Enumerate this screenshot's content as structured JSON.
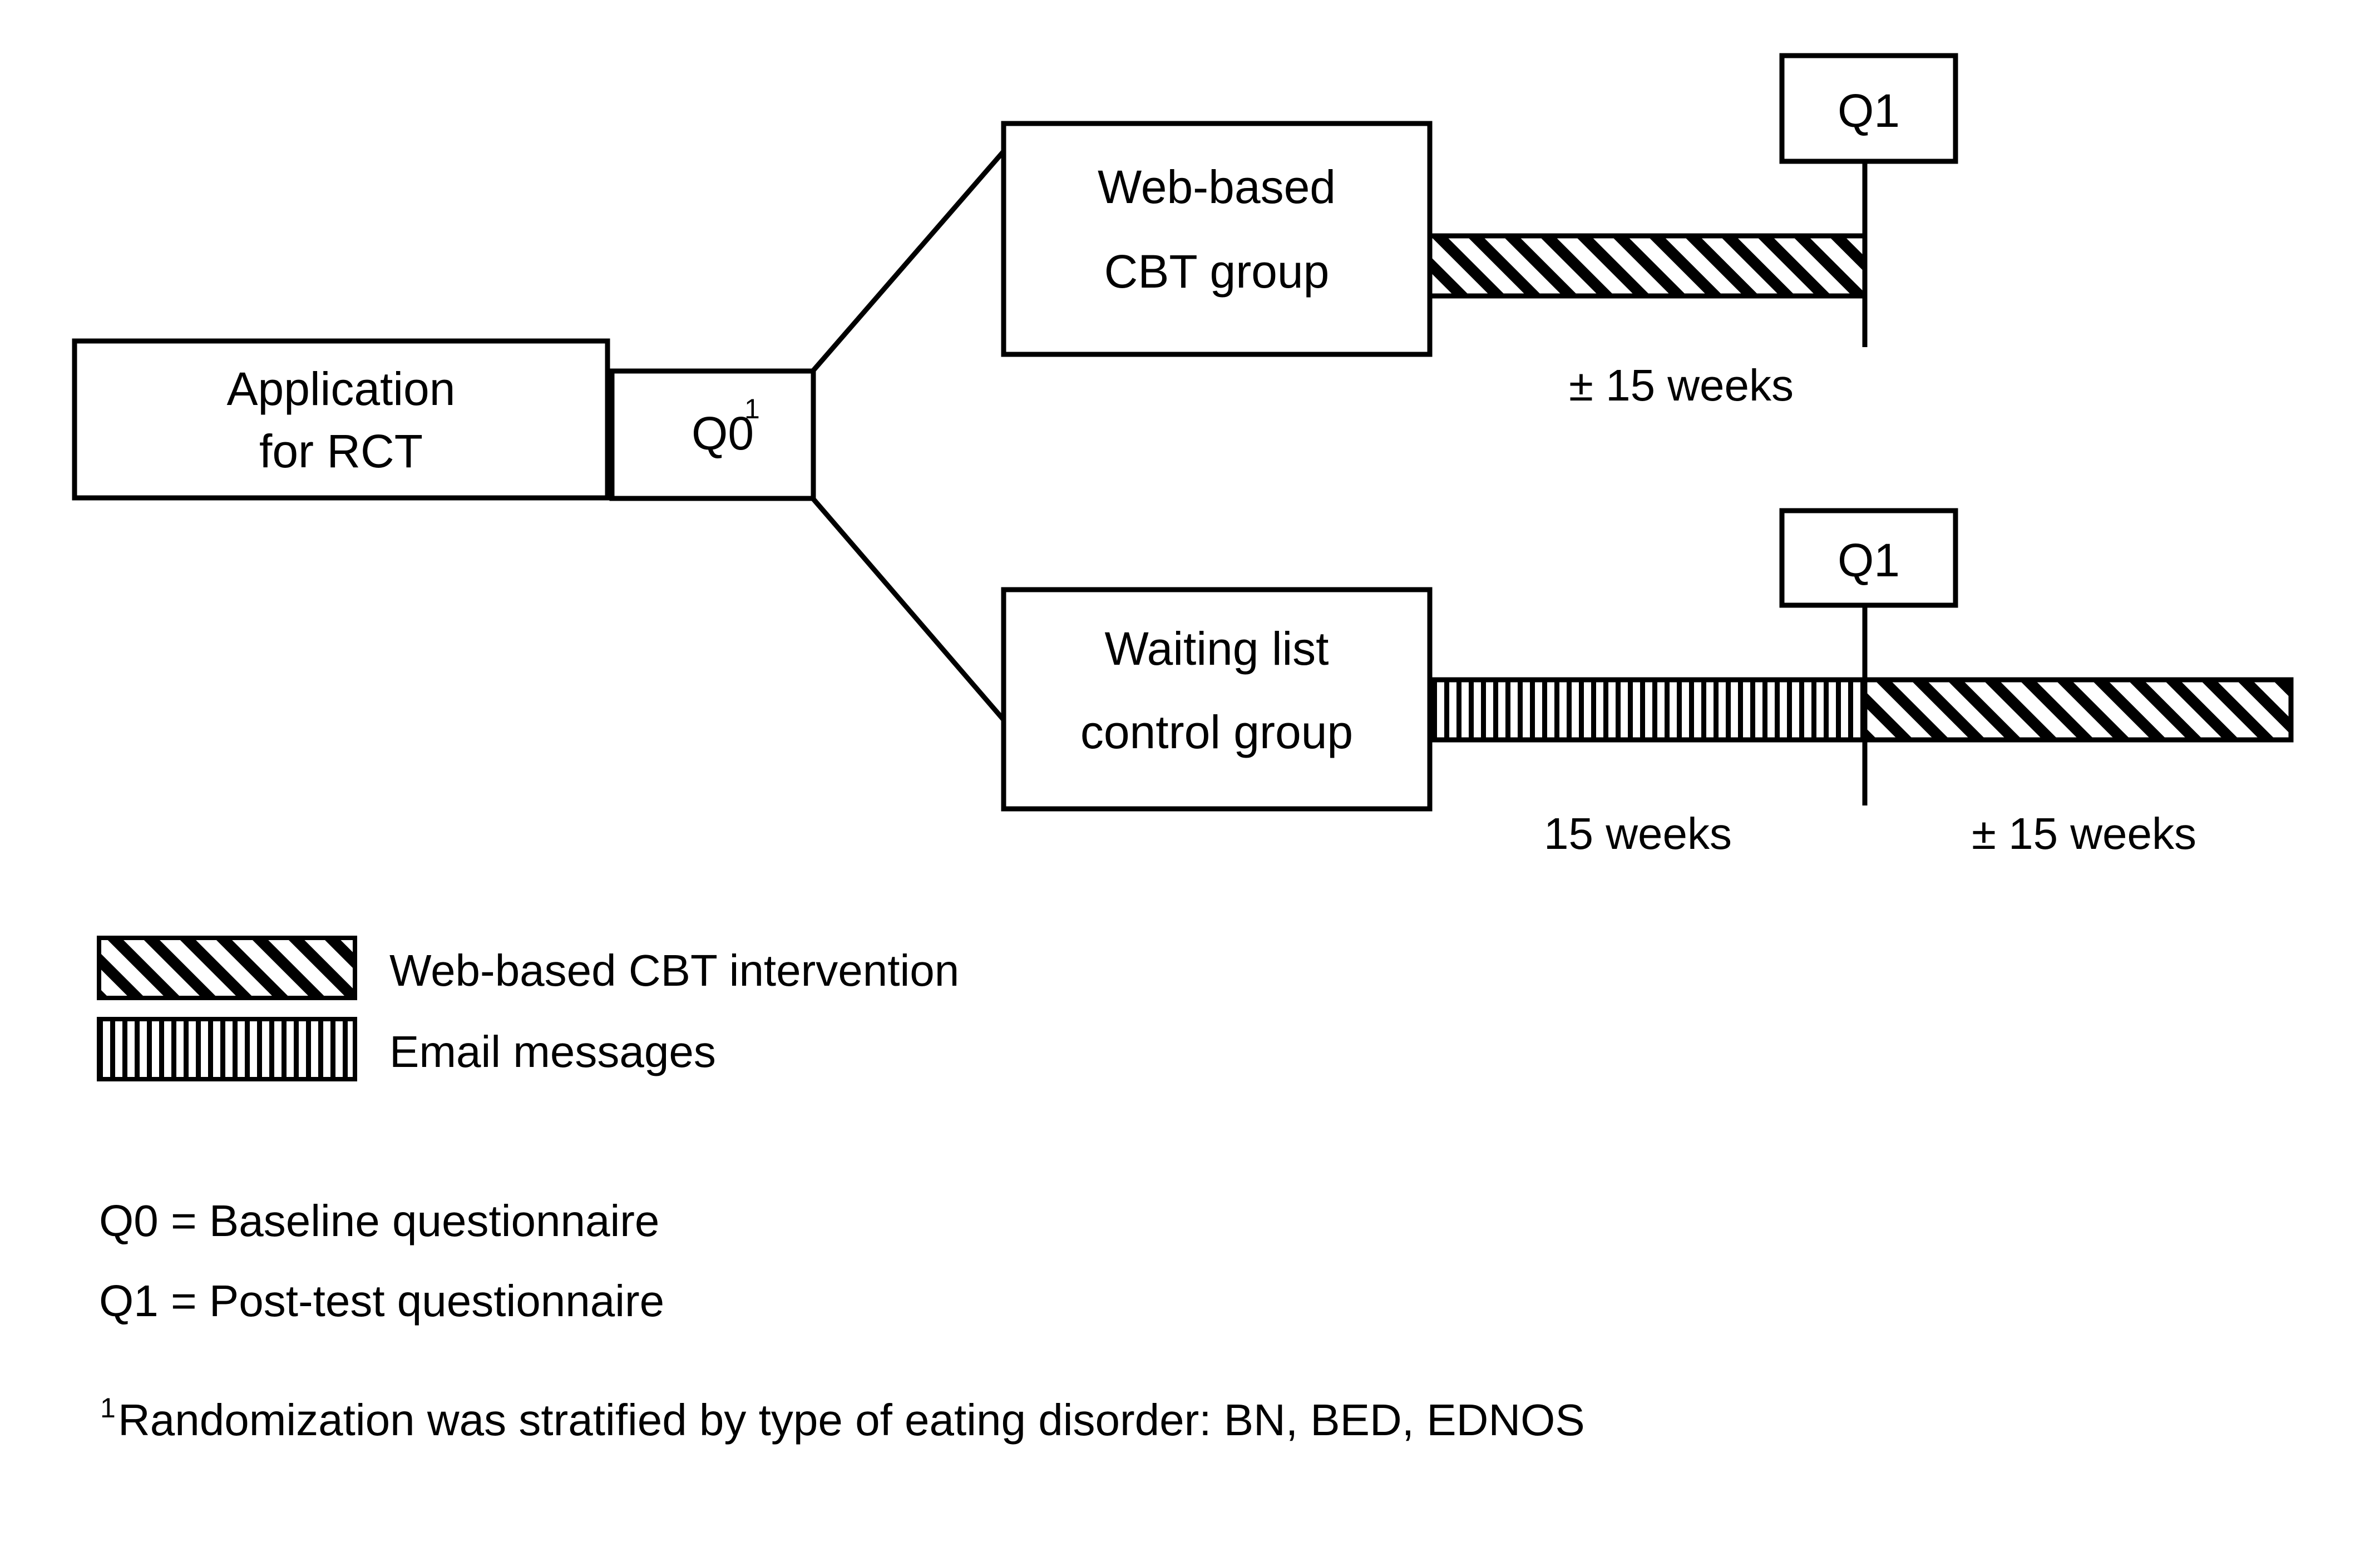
{
  "diagram": {
    "title": "Randomized controlled trial design flow diagram",
    "colors": {
      "background": "#ffffff",
      "stroke": "#000000",
      "fill": "#ffffff"
    },
    "nodes": {
      "application": {
        "line1": "Application",
        "line2": "for RCT"
      },
      "baseline": {
        "label": "Q0",
        "superscript": "1"
      },
      "cbt_group": {
        "line1": "Web-based",
        "line2": "CBT group"
      },
      "control_group": {
        "line1": "Waiting list",
        "line2": "control group"
      },
      "posttest_top": {
        "label": "Q1"
      },
      "posttest_bottom": {
        "label": "Q1"
      }
    },
    "durations": {
      "cbt_intervention_top": "± 15 weeks",
      "waiting_period": "15 weeks",
      "cbt_intervention_bottom": "± 15 weeks"
    },
    "legend": {
      "items": [
        {
          "pattern": "diagonal-hatch",
          "label": "Web-based CBT intervention"
        },
        {
          "pattern": "vertical-hatch",
          "label": "Email messages"
        }
      ]
    },
    "notes": [
      "Q0 = Baseline questionnaire",
      "Q1 = Post-test questionnaire"
    ],
    "footnote": {
      "marker": "1",
      "text": " Randomization was stratified by type of eating disorder: BN, BED, EDNOS"
    }
  }
}
